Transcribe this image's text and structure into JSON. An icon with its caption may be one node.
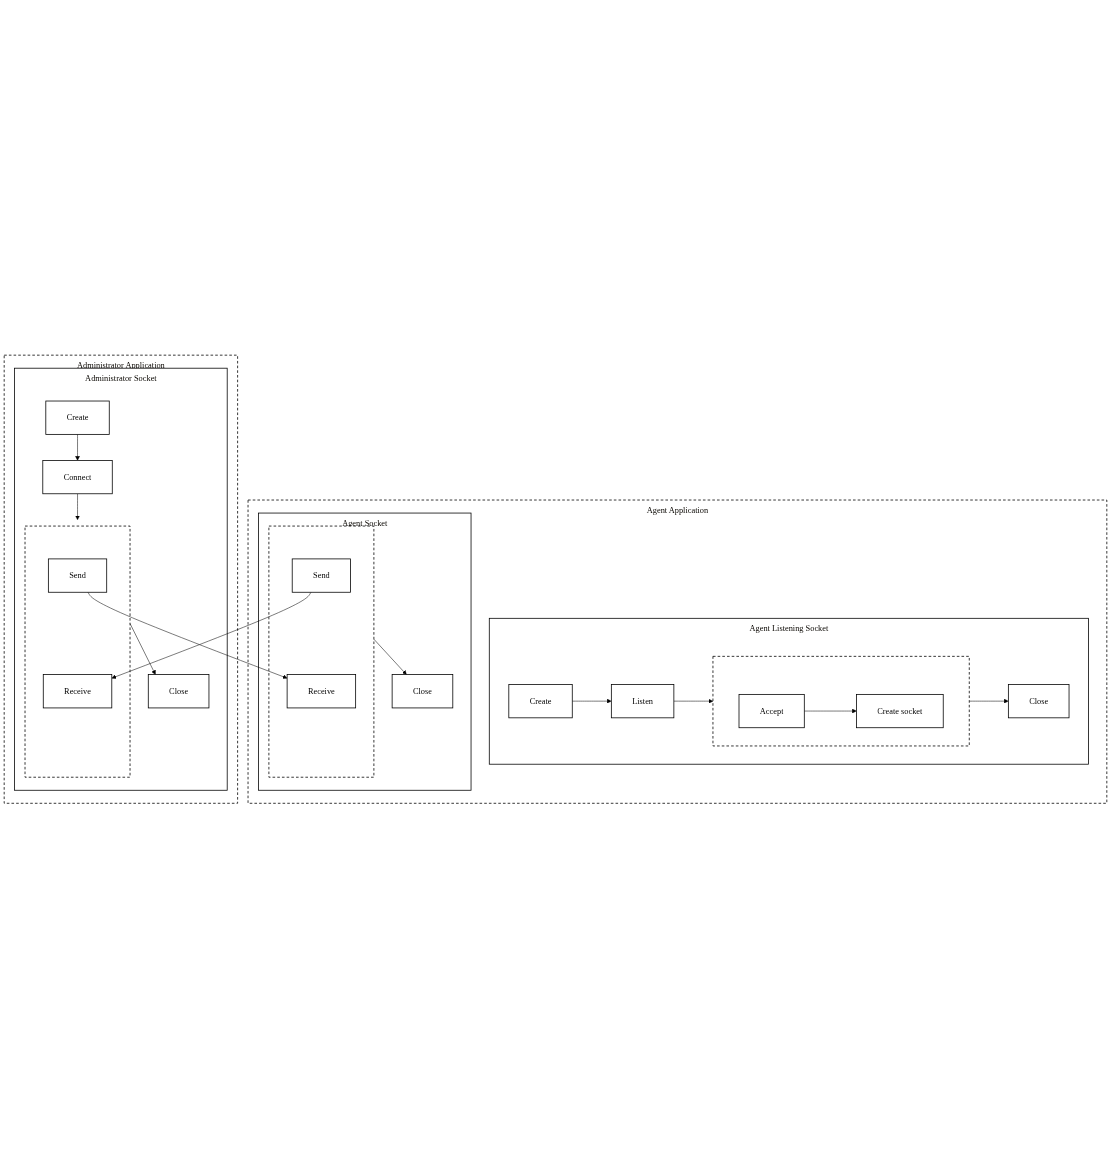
{
  "diagram": {
    "nodes": [
      {
        "text": [
          "Agent Application"
        ]
      },
      {
        "text": [
          "Agent Listening Socket"
        ],
        "in": 0
      },
      {
        "text": [
          "Create"
        ],
        "in": 1
      },
      {
        "text": [
          "Listen"
        ],
        "in": 1
      },
      {
        "text": [],
        "shape": "box",
        "in": 1
      },
      {
        "text": [
          "Accept"
        ],
        "in": 4
      },
      {
        "text": [
          "Create socket"
        ],
        "in": 4
      },
      {
        "text": [
          "Close"
        ],
        "in": 1
      },
      {
        "text": [
          "Administrator Application"
        ]
      },
      {
        "text": [
          "Administrator Socket"
        ],
        "in": 8
      },
      {
        "text": [
          "Create"
        ],
        "in": 9
      },
      {
        "text": [
          "Connect"
        ],
        "in": 9
      },
      {
        "text": [],
        "shape": "box",
        "in": 9
      },
      {
        "text": [
          "Send"
        ],
        "in": 12
      },
      {
        "text": [
          "Receive"
        ],
        "in": 12
      },
      {
        "text": [
          "Close"
        ],
        "in": 9
      },
      {
        "text": [
          "Agent Socket"
        ],
        "in": 0
      },
      {
        "text": [],
        "shape": "box",
        "in": 16
      },
      {
        "text": [
          "Send"
        ],
        "in": 17
      },
      {
        "text": [
          "Receive"
        ],
        "in": 17
      },
      {
        "text": [
          "Close"
        ],
        "in": 16
      }
    ],
    "edges": [
      {
        "from": 2,
        "to": 3,
        "arrow": "to"
      },
      {
        "from": 3,
        "to": 4,
        "arrow": "to"
      },
      {
        "from": 5,
        "to": 6,
        "arrow": "to"
      },
      {
        "from": 4,
        "to": 7,
        "arrow": "to"
      },
      {
        "from": 10,
        "to": 11,
        "arrow": "to"
      },
      {
        "from": 11,
        "to": 12,
        "arrow": "to"
      },
      {
        "from": 13,
        "to": 19,
        "arrow": "to"
      },
      {
        "from": 18,
        "to": 14,
        "arrow": "to"
      },
      {
        "from": 12,
        "to": 15,
        "arrow": "to"
      },
      {
        "from": 17,
        "to": 20,
        "arrow": "to"
      }
    ]
  }
}
